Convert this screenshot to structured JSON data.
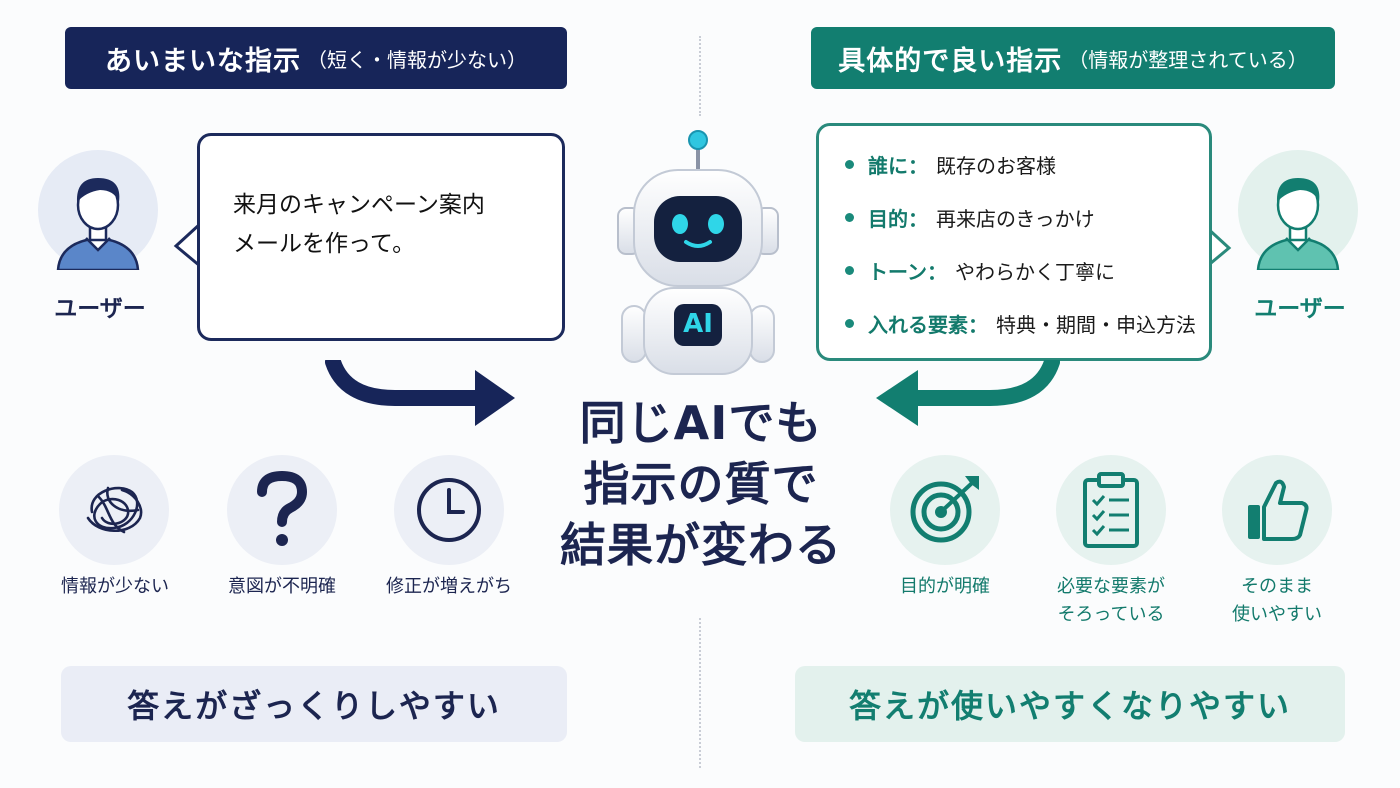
{
  "left": {
    "header_main": "あいまいな指示",
    "header_sub": "（短く・情報が少ない）",
    "bubble_line1": "来月のキャンペーン案内",
    "bubble_line2": "メールを作って。",
    "user_label": "ユーザー",
    "features": [
      {
        "label": "情報が少ない",
        "icon": "tangled-scribble-icon"
      },
      {
        "label": "意図が不明確",
        "icon": "question-mark-icon"
      },
      {
        "label": "修正が増えがち",
        "icon": "clock-icon"
      }
    ],
    "footer": "答えがざっくりしやすい"
  },
  "center": {
    "robot_badge": "AI",
    "title_line1": "同じAIでも",
    "title_line2": "指示の質で",
    "title_line3": "結果が変わる"
  },
  "right": {
    "header_main": "具体的で良い指示",
    "header_sub": "（情報が整理されている）",
    "checklist": [
      {
        "key": "誰に：",
        "value": "既存のお客様"
      },
      {
        "key": "目的：",
        "value": "再来店のきっかけ"
      },
      {
        "key": "トーン：",
        "value": "やわらかく丁寧に"
      },
      {
        "key": "入れる要素：",
        "value": "特典・期間・申込方法"
      }
    ],
    "user_label": "ユーザー",
    "features": [
      {
        "label_line1": "目的が明確",
        "label_line2": "",
        "icon": "target-icon"
      },
      {
        "label_line1": "必要な要素が",
        "label_line2": "そろっている",
        "icon": "clipboard-checklist-icon"
      },
      {
        "label_line1": "そのまま",
        "label_line2": "使いやすい",
        "icon": "thumbs-up-icon"
      }
    ],
    "footer": "答えが使いやすくなりやすい"
  },
  "colors": {
    "navy": "#172559",
    "teal": "#127e70",
    "robot_eye": "#2fd6e8"
  }
}
